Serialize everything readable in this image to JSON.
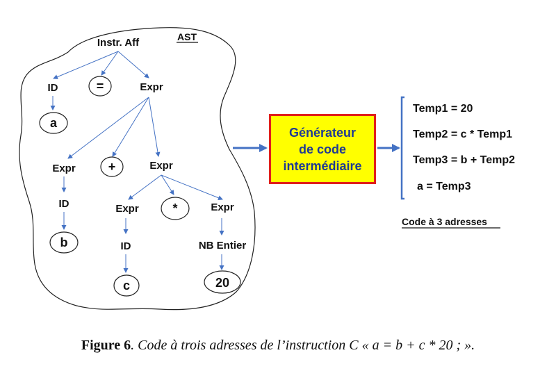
{
  "diagram": {
    "ast_label": "AST",
    "nodes": {
      "root": "Instr. Aff",
      "id_left": "ID",
      "equals": "=",
      "expr_top": "Expr",
      "leaf_a": "a",
      "expr_b": "Expr",
      "plus": "+",
      "expr_mul": "Expr",
      "id_b": "ID",
      "leaf_b": "b",
      "expr_c": "Expr",
      "times": "*",
      "expr_20": "Expr",
      "id_c": "ID",
      "leaf_c": "c",
      "nb_entier": "NB Entier",
      "leaf_20": "20"
    },
    "generator_lines": [
      "Générateur",
      "de code",
      "intermédiaire"
    ],
    "code_lines": [
      "Temp1 = 20",
      "Temp2 = c * Temp1",
      "Temp3 = b + Temp2",
      "a = Temp3"
    ],
    "code_label": "Code à 3 adresses"
  },
  "caption": {
    "label": "Figure 6",
    "text": ". Code à trois adresses de l’instruction C « a = b + c * 20 ; »."
  }
}
